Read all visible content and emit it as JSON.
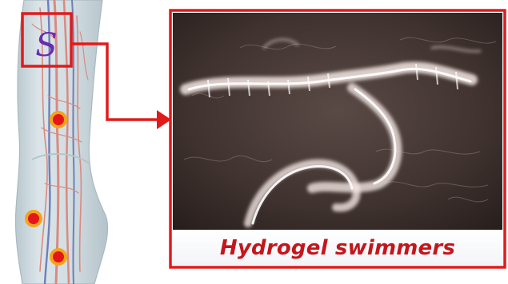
{
  "caption": "Hydrogel swimmers",
  "zoom_marker_glyph": "S",
  "colors": {
    "callout_red": "#e01b1b",
    "caption_text": "#c4161c",
    "marker_fill": "#e4161b",
    "marker_ring": "#f2a51a",
    "vessel_red": "#d98a80",
    "vessel_blue": "#6f7fb8",
    "leg_fill": "#cfdbe0",
    "glyph_purple": "#6a2bb0"
  },
  "icons": [
    "leg-illustration",
    "zoom-box",
    "callout-arrow",
    "injection-site-marker"
  ]
}
